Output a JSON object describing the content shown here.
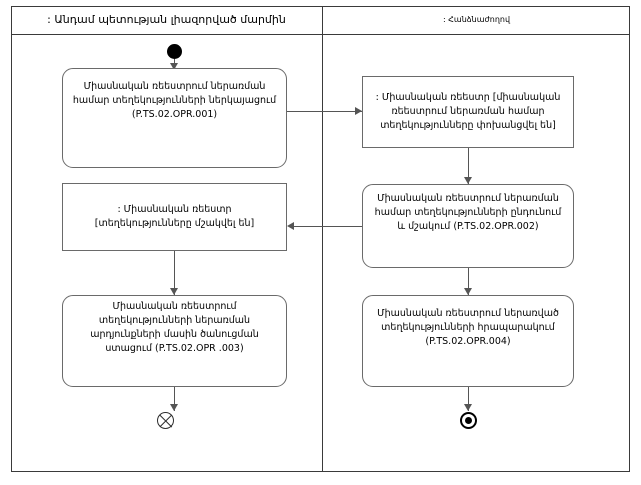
{
  "diagram": {
    "type": "uml-activity-diagram",
    "lanes": [
      {
        "id": "left",
        "title": ": Անդամ պետության լիազորված մարմին"
      },
      {
        "id": "right",
        "title": ": Հանձնաժողով"
      }
    ],
    "nodes": {
      "initial": {
        "kind": "initial-node",
        "lane": "left"
      },
      "action_001": {
        "kind": "action",
        "lane": "left",
        "label": "Միասնական ռեեստրում ներառման համար տեղեկությունների ներկայացում (P.TS.02.OPR.001)"
      },
      "object_transferred": {
        "kind": "object",
        "lane": "right",
        "label": ": Միասնական ռեեստր [միասնական ռեեստրում ներառման համար տեղեկությունները փոխանցվել են]"
      },
      "action_002": {
        "kind": "action",
        "lane": "right",
        "label": "Միասնական ռեեստրում ներառման համար տեղեկությունների ընդունում և մշակում (P.TS.02.OPR.002)"
      },
      "object_processed": {
        "kind": "object",
        "lane": "left",
        "label": ": Միասնական ռեեստր [տեղեկությունները մշակվել են]"
      },
      "action_003": {
        "kind": "action",
        "lane": "left",
        "label": "Միասնական ռեեստրում տեղեկությունների ներառման արդյունքների մասին ծանուցման ստացում (P.TS.02.OPR .003)"
      },
      "action_004": {
        "kind": "action",
        "lane": "right",
        "label": "Միասնական ռեեստրում ներառված տեղեկությունների հրապարակում (P.TS.02.OPR.004)"
      },
      "flow_final": {
        "kind": "flow-final-node",
        "lane": "left"
      },
      "activity_final": {
        "kind": "activity-final-node",
        "lane": "right"
      }
    },
    "colors": {
      "frame_border": "#3a3a3a",
      "node_border": "#6a6a6a",
      "edge": "#555555",
      "background": "#ffffff",
      "text": "#000000"
    }
  }
}
